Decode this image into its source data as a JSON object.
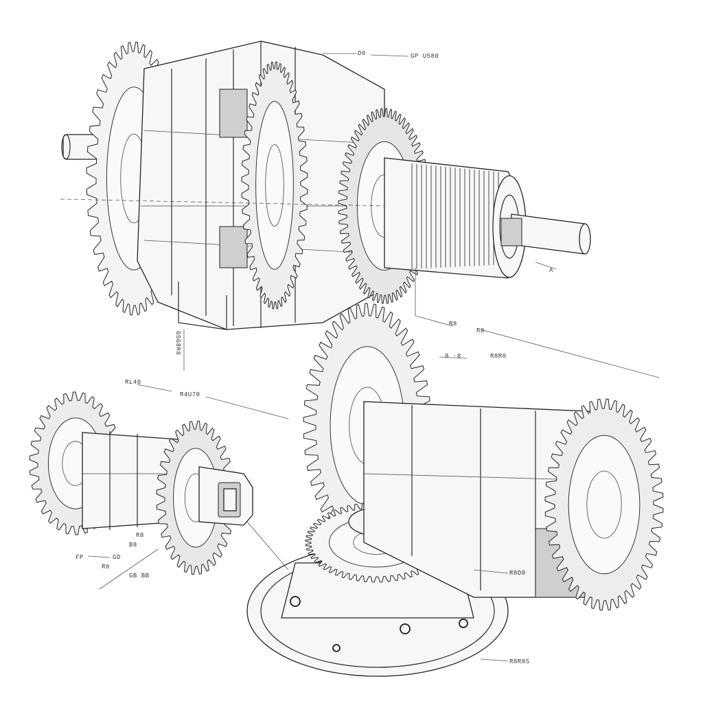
{
  "callouts": [
    {
      "id": "top-1",
      "text": "D8"
    },
    {
      "id": "top-2",
      "text": "GP U580"
    },
    {
      "id": "mid-a",
      "text": "A"
    },
    {
      "id": "mid-1",
      "text": "R8"
    },
    {
      "id": "mid-2",
      "text": "R8"
    },
    {
      "id": "mid-3",
      "text": "8 ·8"
    },
    {
      "id": "mid-4",
      "text": "R8R0"
    },
    {
      "id": "left-1",
      "text": "RL40"
    },
    {
      "id": "left-2",
      "text": "R4U70"
    },
    {
      "id": "vert-1",
      "text": "GSG8R8"
    },
    {
      "id": "small-1",
      "text": "R8"
    },
    {
      "id": "small-2",
      "text": "B8"
    },
    {
      "id": "small-3",
      "text": "GD"
    },
    {
      "id": "small-4",
      "text": "FP"
    },
    {
      "id": "small-5",
      "text": "R8"
    },
    {
      "id": "small-6",
      "text": "GB BB"
    },
    {
      "id": "bot-1",
      "text": "R8D0"
    },
    {
      "id": "bot-2",
      "text": "R8R8S"
    }
  ],
  "colors": {
    "ink": "#222222",
    "paper": "#ffffff",
    "shade": "#cfcfcf"
  }
}
